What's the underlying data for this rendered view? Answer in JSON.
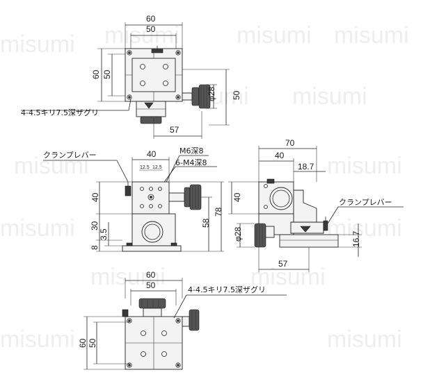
{
  "watermark": {
    "text": "misumi"
  },
  "view_top": {
    "dims": {
      "w60": "60",
      "w50": "50",
      "h60": "60",
      "h50": "50",
      "right50": "50",
      "phi28": "φ28",
      "bottom57": "57"
    },
    "callout": "4-4.5キリ7.5深ザグリ"
  },
  "view_front": {
    "dims": {
      "w40": "40",
      "s12a": "12.5",
      "s12b": "12.5",
      "h40": "40",
      "h30": "30",
      "h3_5": "3.5",
      "h8": "8",
      "h58": "58",
      "h78": "78"
    },
    "callouts": {
      "lever": "クランプレバー",
      "m6": "M6深8",
      "m4": "6-M4深8"
    }
  },
  "view_side": {
    "dims": {
      "w70": "70",
      "w40": "40",
      "d18_7": "18.7",
      "h40": "40",
      "phi28": "φ28",
      "h16_7": "16.7",
      "bottom57": "57"
    },
    "callout": "クランプレバー"
  },
  "view_bottom": {
    "dims": {
      "w60": "60",
      "w50": "50",
      "h60": "60",
      "h50": "50"
    },
    "callout": "4-4.5キリ7.5深ザグリ"
  }
}
